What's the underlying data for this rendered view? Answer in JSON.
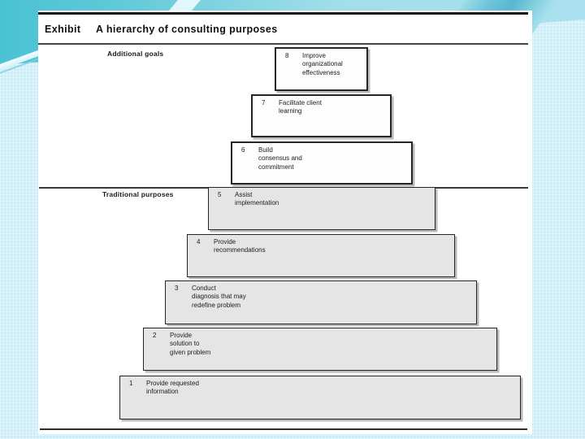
{
  "header": {
    "exhibit_label": "Exhibit",
    "title": "A hierarchy of consulting purposes"
  },
  "sections": {
    "additional_goals_label": "Additional goals",
    "traditional_purposes_label": "Traditional purposes"
  },
  "levels": [
    {
      "number": "8",
      "text": "Improve\norganizational\neffectiveness",
      "section": "additional-goals",
      "fill": "white"
    },
    {
      "number": "7",
      "text": "Facilitate client\nlearning",
      "section": "additional-goals",
      "fill": "white"
    },
    {
      "number": "6",
      "text": "Build\nconsensus and\ncommitment",
      "section": "additional-goals",
      "fill": "white"
    },
    {
      "number": "5",
      "text": "Assist\nimplementation",
      "section": "traditional-purposes",
      "fill": "gray"
    },
    {
      "number": "4",
      "text": "Provide\nrecommendations",
      "section": "traditional-purposes",
      "fill": "gray"
    },
    {
      "number": "3",
      "text": "Conduct\ndiagnosis that may\nredefine problem",
      "section": "traditional-purposes",
      "fill": "gray"
    },
    {
      "number": "2",
      "text": "Provide\nsolution to\ngiven problem",
      "section": "traditional-purposes",
      "fill": "gray"
    },
    {
      "number": "1",
      "text": "Provide requested\ninformation",
      "section": "traditional-purposes",
      "fill": "gray"
    }
  ],
  "colors": {
    "panel": "#ffffff",
    "box_white": "#fdfdfd",
    "box_gray": "#e5e5e5",
    "box_border": "#262626",
    "rule_black": "#161616",
    "bg_pale_cyan": "#cdeef8",
    "bg_teal": "#49c2d4",
    "stripe_blue": "#58b7d3"
  }
}
